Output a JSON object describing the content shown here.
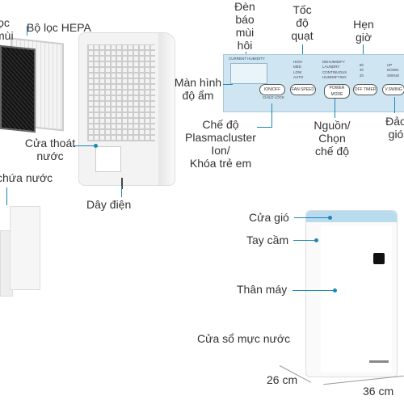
{
  "labels": {
    "loc_mui": [
      "lọc",
      "mùi"
    ],
    "bo_loc_hepa": "Bộ lọc HEPA",
    "cua_thoat_nuoc": [
      "Cửa thoát",
      "nước"
    ],
    "khay_chua_nuoc": "chứa nước",
    "day_dien": "Dây điện",
    "den_bao_mui_hoi": [
      "Đèn",
      "báo",
      "mùi",
      "hôi"
    ],
    "toc_do_quat": [
      "Tốc",
      "độ",
      "quạt"
    ],
    "hen_gio": [
      "Hẹn",
      "giờ"
    ],
    "man_hinh_do_am": [
      "Màn hình",
      "độ ẩm"
    ],
    "che_do_plasmacluster": [
      "Chế độ",
      "Plasmacluster",
      "Ion/",
      "Khóa trẻ em"
    ],
    "nguon_chon_che_do": [
      "Nguồn/",
      "Chọn",
      "chế độ"
    ],
    "dao_gio": [
      "Đảo",
      "gió"
    ],
    "cua_gio": "Cửa gió",
    "tay_cam": "Tay cầm",
    "than_may": "Thân máy",
    "cua_so_muc_nuoc": "Cửa sổ mực nước"
  },
  "dimensions": {
    "depth": "26 cm",
    "width": "36 cm"
  },
  "panel": {
    "buttons": {
      "ion": "ION/OFF",
      "fan_speed": "FAN SPEED",
      "power": "POWER",
      "mode": "MODE",
      "off_timer": "OFF TIMER",
      "swing": "V.SWING"
    },
    "leds": {
      "fan": [
        "HIGH",
        "MED",
        "LOW",
        "AUTO"
      ],
      "mode": [
        "DEHUMIDIFY",
        "LAUNDRY",
        "CONTINUOUS",
        "HUMIDIFYING"
      ],
      "timer": [
        "8h",
        "4h",
        "2h"
      ],
      "swing": [
        "UP",
        "DOWN",
        "SWING"
      ]
    },
    "screen_label": "CURRENT HUMIDITY",
    "child_lock": "CHILD LOCK"
  },
  "colors": {
    "accent_line": "#1e86b8",
    "panel_bg": "#cfe6f2",
    "unit_top": "#b8dcee"
  }
}
